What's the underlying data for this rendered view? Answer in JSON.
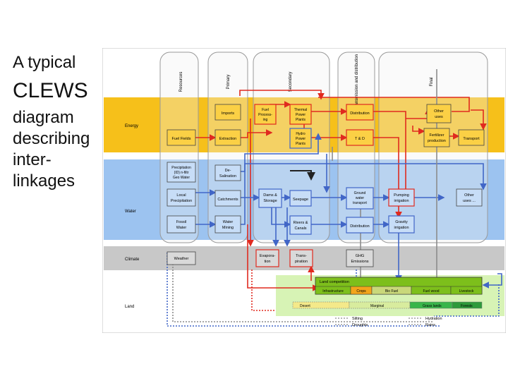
{
  "slide": {
    "title_lines": [
      "A typical",
      "CLEWS",
      "diagram",
      "describing",
      "inter-",
      "linkages"
    ]
  },
  "columns": [
    "Resources",
    "Primary",
    "Secondary",
    "Transmission and distribution",
    "Final"
  ],
  "bands": {
    "energy": "Energy",
    "water": "Water",
    "climate": "Climate",
    "land": "Land"
  },
  "boxes": {
    "imports": "Imports",
    "fuel_processing": [
      "Fuel",
      "Process-",
      "ing"
    ],
    "thermal_power_plants": [
      "Thermal",
      "Power",
      "Plants"
    ],
    "distribution_energy": "Distribution",
    "other_uses_energy": [
      "Other",
      "uses"
    ],
    "fuel_fields": "Fuel Fields",
    "extraction": "Extraction",
    "hydro_power_plants": [
      "Hydro",
      "Power",
      "Plants"
    ],
    "t_and_d": "T & D",
    "fertilizer_production": [
      "Fertilizer",
      "production"
    ],
    "transport": "Transport",
    "precipitation_ground_water": [
      "Precipitation",
      "(ID) n-filtr",
      "Geo Water"
    ],
    "desalination": [
      "De-",
      "Salination"
    ],
    "local_precipitation": [
      "Local",
      "Precipitation"
    ],
    "catchments": "Catchments",
    "dams_storage": [
      "Dams &",
      "Storage"
    ],
    "seepage": "Seepage",
    "ground_water_transport": [
      "Ground",
      "water",
      "transport"
    ],
    "pumping_irrigation": [
      "Pumping",
      "irrigation"
    ],
    "other_uses_water": [
      "Other",
      "uses ..."
    ],
    "fossil_water": [
      "Fossil",
      "Water"
    ],
    "water_mining": [
      "Water",
      "Mining"
    ],
    "rivers_canals": [
      "Rivers &",
      "Canals"
    ],
    "distribution_water": "Distribution",
    "gravity_irrigation": [
      "Gravity",
      "irrigation"
    ],
    "weather": "Weather",
    "evaporation": [
      "Evapora-",
      "tion"
    ],
    "transpiration": [
      "Trans-",
      "piration"
    ],
    "ghg_emissions": [
      "GHG",
      "Emissions"
    ]
  },
  "land": {
    "land_competition": "Land competition",
    "segments": [
      "Infrastructure",
      "Crops",
      "Bio Fuel",
      "Fuel wood",
      "Livestock"
    ],
    "scale_segments": [
      "Desert",
      "Marginal",
      "Grass lands",
      "Forests"
    ]
  },
  "legend": {
    "left": [
      "Silting",
      "Droughts"
    ],
    "right": [
      "Hydration",
      "Rains"
    ]
  },
  "colors": {
    "energy_band": "#f6c01a",
    "water_band": "#9cc3f0",
    "climate_band": "#c8c8c8",
    "land_zone": "#d7f3b5",
    "energy_flow": "#e02a1f",
    "water_flow": "#4166c7",
    "mixed_flow": "#8c8c8c",
    "land_bar": "#7dbf1b"
  }
}
